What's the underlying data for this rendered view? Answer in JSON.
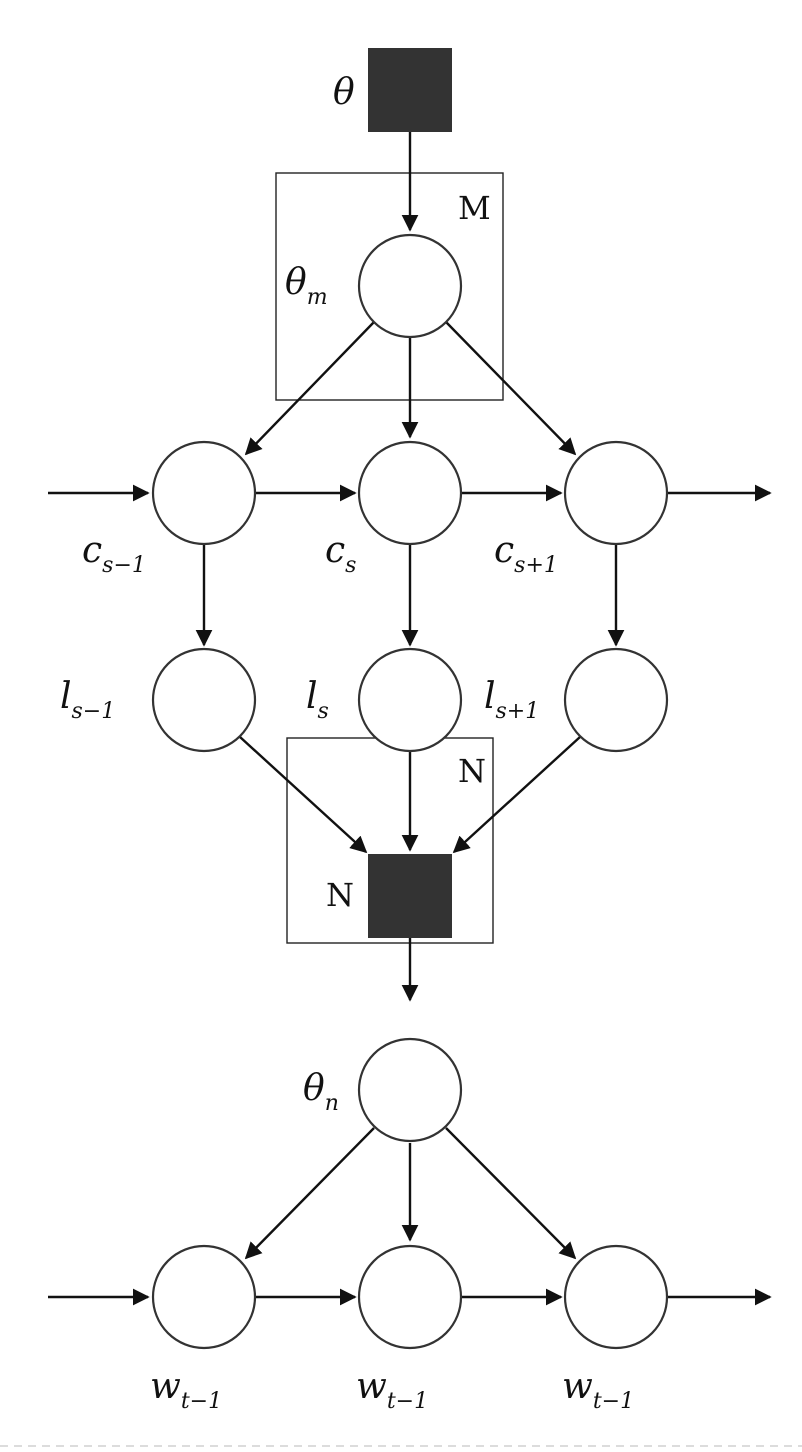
{
  "diagram": {
    "top_factor": {
      "label": "θ"
    },
    "plate_m": {
      "label": "M",
      "node_label": "θ",
      "node_sub": "m"
    },
    "c_nodes": [
      {
        "base": "c",
        "sub": "s−1"
      },
      {
        "base": "c",
        "sub": "s"
      },
      {
        "base": "c",
        "sub": "s+1"
      }
    ],
    "l_nodes": [
      {
        "base": "l",
        "sub": "s−1"
      },
      {
        "base": "l",
        "sub": "s"
      },
      {
        "base": "l",
        "sub": "s+1"
      }
    ],
    "mid_factor": {
      "label": "N"
    },
    "plate_n": {
      "label": "N",
      "node_label": "θ",
      "node_sub": "n"
    },
    "w_nodes": [
      {
        "base": "w",
        "sub": "t−1"
      },
      {
        "base": "w",
        "sub": "t−1"
      },
      {
        "base": "w",
        "sub": "t−1"
      }
    ]
  }
}
